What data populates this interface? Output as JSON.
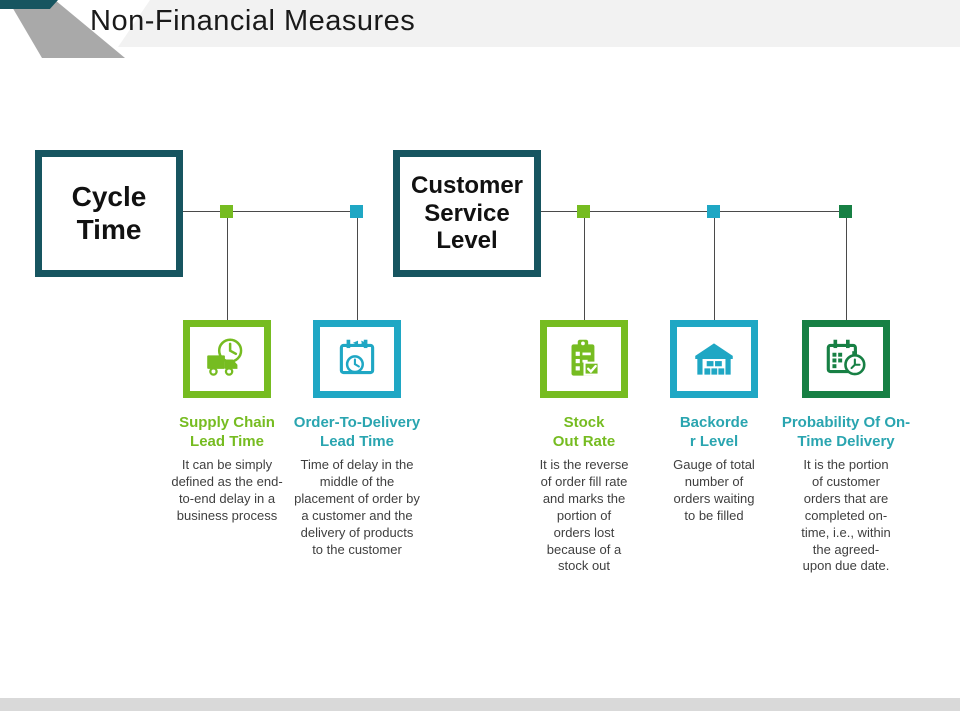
{
  "slide": {
    "title": "Non-Financial Measures",
    "colors": {
      "group_border_teal": "#175560",
      "accent_green": "#76bc21",
      "accent_blue": "#1fa7c4",
      "accent_dark_green": "#178044",
      "heading_teal": "#2aa5b0",
      "body_text": "#3f3f3f",
      "header_band_gray": "#a9a9a9",
      "header_band_light": "#f2f2f2",
      "bottom_bar_gray": "#d9d9d9"
    }
  },
  "groups": [
    {
      "label": "Cycle Time"
    },
    {
      "label": "Customer Service Level"
    }
  ],
  "measures": [
    {
      "title": "Supply Chain Lead Time",
      "heading_lines": [
        "Supply Chain",
        "Lead Time"
      ],
      "heading_color": "#76bc21",
      "box_color": "#76bc21",
      "icon": "truck-clock-icon",
      "description": "It can be simply defined as the end-to-end delay in a business process"
    },
    {
      "title": "Order-To-Delivery Lead Time",
      "heading_lines": [
        "Order-To-Delivery",
        "Lead Time"
      ],
      "heading_color": "#2aa5b0",
      "box_color": "#1fa7c4",
      "icon": "calendar-clock-icon",
      "description": "Time of delay in the middle of the placement of order by a customer and the delivery of products to the customer"
    },
    {
      "title": "Stock Out Rate",
      "heading_lines": [
        "Stock",
        "Out Rate"
      ],
      "heading_color": "#76bc21",
      "box_color": "#76bc21",
      "icon": "clipboard-check-icon",
      "description": "It is the reverse of order fill rate and marks the portion of orders lost because of a stock out"
    },
    {
      "title": "Backorder Level",
      "heading_lines": [
        "Backorde",
        "r Level"
      ],
      "heading_color": "#2aa5b0",
      "box_color": "#1fa7c4",
      "icon": "warehouse-icon",
      "description": "Gauge of total number of orders waiting to be filled"
    },
    {
      "title": "Probability Of On-Time Delivery",
      "heading_lines": [
        "Probability Of On-",
        "Time Delivery"
      ],
      "heading_color": "#2aa5b0",
      "box_color": "#178044",
      "icon": "calendar-stopwatch-icon",
      "description": "It is the portion of customer orders that are completed on-time, i.e., within the agreed-upon due date."
    }
  ]
}
